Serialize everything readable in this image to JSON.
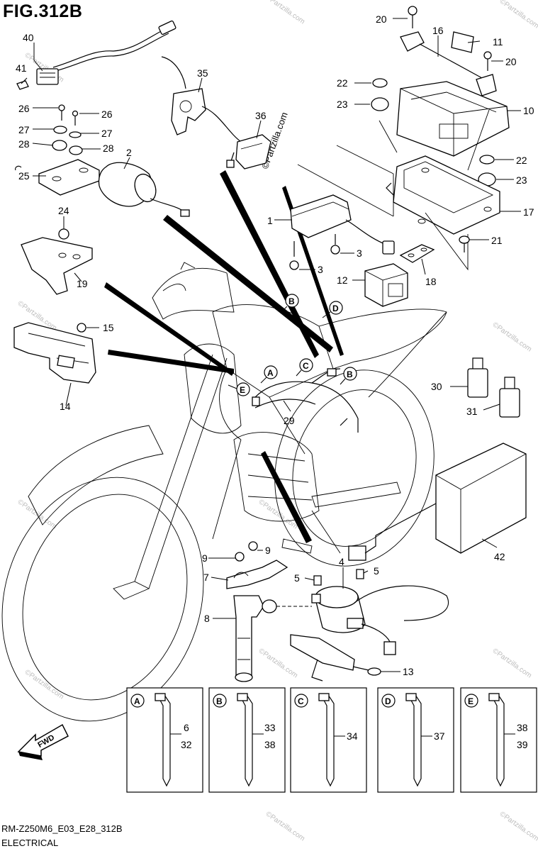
{
  "figure": {
    "title": "FIG.312B",
    "code": "RM-Z250M6_E03_E28_312B",
    "name": "ELECTRICAL",
    "copyright_mark": "©Partzilla.com",
    "watermark": "©Partzilla.com"
  },
  "callouts": {
    "c1": "1",
    "c2": "2",
    "c3a": "3",
    "c3b": "3",
    "c4": "4",
    "c5a": "5",
    "c5b": "5",
    "c6": "6",
    "c7": "7",
    "c8": "8",
    "c9a": "9",
    "c9b": "9",
    "c10": "10",
    "c11": "11",
    "c12": "12",
    "c13": "13",
    "c14": "14",
    "c15": "15",
    "c16": "16",
    "c17": "17",
    "c18": "18",
    "c19": "19",
    "c20a": "20",
    "c20b": "20",
    "c21": "21",
    "c22a": "22",
    "c22b": "22",
    "c23a": "23",
    "c23b": "23",
    "c24": "24",
    "c25": "25",
    "c26a": "26",
    "c26b": "26",
    "c27a": "27",
    "c27b": "27",
    "c28a": "28",
    "c28b": "28",
    "c29": "29",
    "c30": "30",
    "c31": "31",
    "c32": "32",
    "c33": "33",
    "c34": "34",
    "c35": "35",
    "c36": "36",
    "c37": "37",
    "c38a": "38",
    "c38b": "38",
    "c39": "39",
    "c40": "40",
    "c41": "41",
    "c42": "42"
  },
  "markers": {
    "A": "A",
    "B": "B",
    "C": "C",
    "D": "D",
    "E": "E"
  },
  "clamp_boxes": [
    {
      "letter": "A",
      "parts": [
        "6",
        "32"
      ]
    },
    {
      "letter": "B",
      "parts": [
        "33",
        "38"
      ]
    },
    {
      "letter": "C",
      "parts": [
        "34"
      ]
    },
    {
      "letter": "D",
      "parts": [
        "37"
      ]
    },
    {
      "letter": "E",
      "parts": [
        "38",
        "39"
      ]
    }
  ],
  "fwd_label": "FWD"
}
